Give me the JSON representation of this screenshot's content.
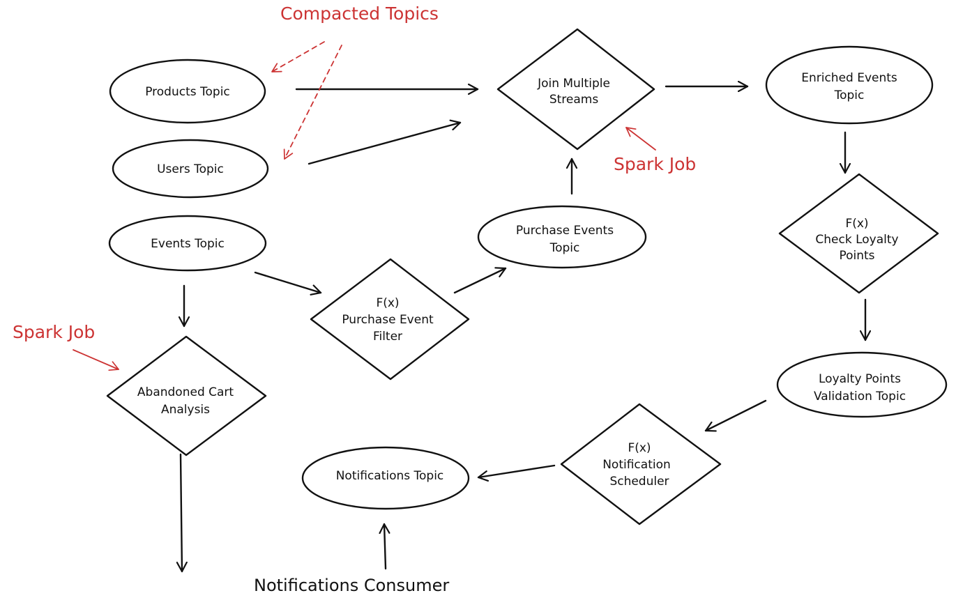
{
  "nodes": {
    "products_topic": {
      "shape": "ellipse",
      "lines": [
        "Products Topic"
      ]
    },
    "users_topic": {
      "shape": "ellipse",
      "lines": [
        "Users Topic"
      ]
    },
    "events_topic": {
      "shape": "ellipse",
      "lines": [
        "Events Topic"
      ]
    },
    "join_multiple_streams": {
      "shape": "diamond",
      "lines": [
        "Join Multiple",
        "Streams"
      ]
    },
    "enriched_events_topic": {
      "shape": "ellipse",
      "lines": [
        "Enriched Events",
        "Topic"
      ]
    },
    "check_loyalty_points": {
      "shape": "diamond",
      "lines": [
        "F(x)",
        "Check Loyalty",
        "Points"
      ]
    },
    "purchase_events_topic": {
      "shape": "ellipse",
      "lines": [
        "Purchase Events",
        "Topic"
      ]
    },
    "purchase_event_filter": {
      "shape": "diamond",
      "lines": [
        "F(x)",
        "Purchase Event",
        "Filter"
      ]
    },
    "abandoned_cart_analysis": {
      "shape": "diamond",
      "lines": [
        "Abandoned Cart",
        "Analysis"
      ]
    },
    "loyalty_points_validation_topic": {
      "shape": "ellipse",
      "lines": [
        "Loyalty Points",
        "Validation Topic"
      ]
    },
    "notification_scheduler": {
      "shape": "diamond",
      "lines": [
        "F(x)",
        "Notification",
        "Scheduler"
      ]
    },
    "notifications_topic": {
      "shape": "ellipse",
      "lines": [
        "Notifications Topic"
      ]
    }
  },
  "edges": [
    {
      "from": "products_topic",
      "to": "join_multiple_streams"
    },
    {
      "from": "users_topic",
      "to": "join_multiple_streams"
    },
    {
      "from": "join_multiple_streams",
      "to": "enriched_events_topic"
    },
    {
      "from": "enriched_events_topic",
      "to": "check_loyalty_points"
    },
    {
      "from": "check_loyalty_points",
      "to": "loyalty_points_validation_topic"
    },
    {
      "from": "loyalty_points_validation_topic",
      "to": "notification_scheduler"
    },
    {
      "from": "notification_scheduler",
      "to": "notifications_topic"
    },
    {
      "from": "events_topic",
      "to": "purchase_event_filter"
    },
    {
      "from": "purchase_event_filter",
      "to": "purchase_events_topic"
    },
    {
      "from": "purchase_events_topic",
      "to": "join_multiple_streams"
    },
    {
      "from": "events_topic",
      "to": "abandoned_cart_analysis"
    },
    {
      "from": "abandoned_cart_analysis",
      "to": ""
    },
    {
      "from": "notifications_consumer",
      "to": "notifications_topic"
    }
  ],
  "annotations": {
    "compacted_topics": "Compacted Topics",
    "spark_job_join": "Spark Job",
    "spark_job_cart": "Spark Job",
    "notifications_consumer": "Notifications Consumer"
  },
  "colors": {
    "ink": "#111111",
    "annotation": "#cc3333",
    "background": "#ffffff"
  }
}
